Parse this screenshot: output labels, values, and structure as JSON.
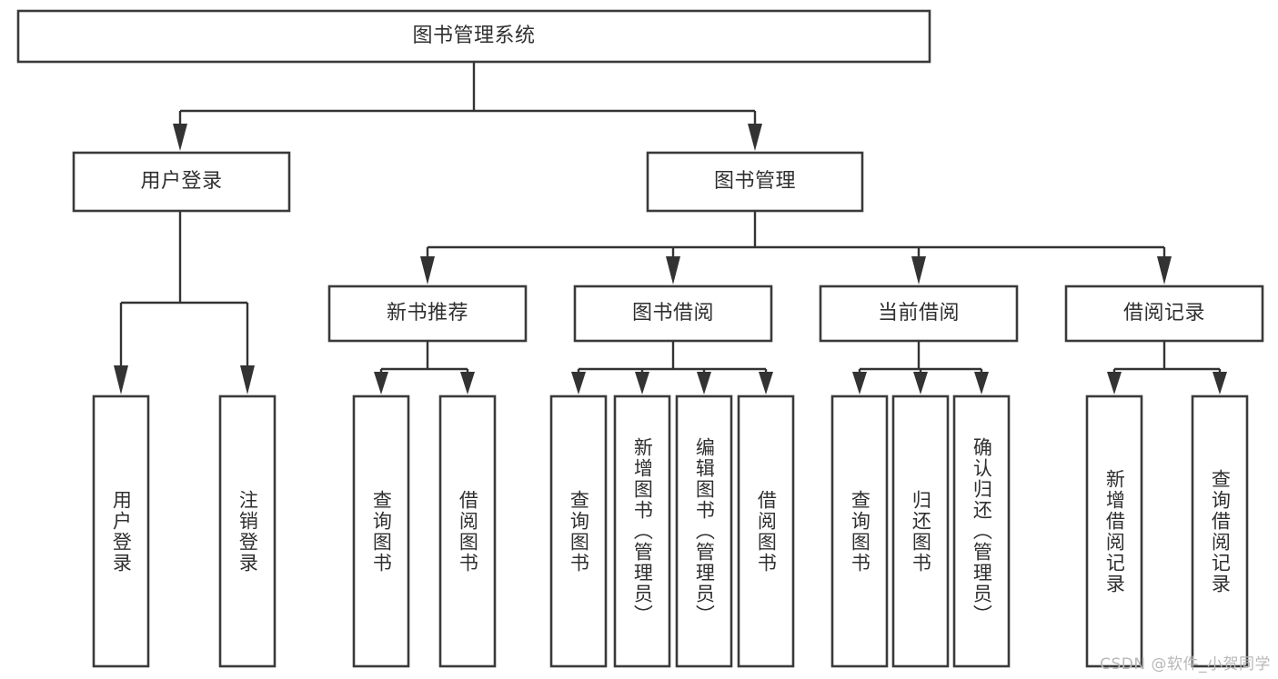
{
  "diagram": {
    "title": "图书管理系统",
    "type": "hierarchy-tree",
    "levels": 4,
    "root": {
      "id": "root",
      "label": "图书管理系统",
      "orientation": "horizontal"
    },
    "level2": [
      {
        "id": "user-login",
        "label": "用户登录",
        "orientation": "horizontal"
      },
      {
        "id": "book-management",
        "label": "图书管理",
        "orientation": "horizontal"
      }
    ],
    "level3": [
      {
        "id": "new-book-recommend",
        "label": "新书推荐",
        "parent": "book-management",
        "orientation": "horizontal"
      },
      {
        "id": "book-borrow",
        "label": "图书借阅",
        "parent": "book-management",
        "orientation": "horizontal"
      },
      {
        "id": "current-borrow",
        "label": "当前借阅",
        "parent": "book-management",
        "orientation": "horizontal"
      },
      {
        "id": "borrow-record",
        "label": "借阅记录",
        "parent": "book-management",
        "orientation": "horizontal"
      }
    ],
    "leaves": [
      {
        "id": "leaf-user-login",
        "label": "用户登录",
        "parent": "user-login",
        "orientation": "vertical"
      },
      {
        "id": "leaf-user-logout",
        "label": "注销登录",
        "parent": "user-login",
        "orientation": "vertical"
      },
      {
        "id": "leaf-query-book-1",
        "label": "查询图书",
        "parent": "new-book-recommend",
        "orientation": "vertical"
      },
      {
        "id": "leaf-borrow-book-1",
        "label": "借阅图书",
        "parent": "new-book-recommend",
        "orientation": "vertical"
      },
      {
        "id": "leaf-query-book-2",
        "label": "查询图书",
        "parent": "book-borrow",
        "orientation": "vertical"
      },
      {
        "id": "leaf-add-book",
        "label": "新增图书（管理员）",
        "parent": "book-borrow",
        "orientation": "vertical"
      },
      {
        "id": "leaf-edit-book",
        "label": "编辑图书（管理员）",
        "parent": "book-borrow",
        "orientation": "vertical"
      },
      {
        "id": "leaf-borrow-book-2",
        "label": "借阅图书",
        "parent": "book-borrow",
        "orientation": "vertical"
      },
      {
        "id": "leaf-query-book-3",
        "label": "查询图书",
        "parent": "current-borrow",
        "orientation": "vertical"
      },
      {
        "id": "leaf-return-book",
        "label": "归还图书",
        "parent": "current-borrow",
        "orientation": "vertical"
      },
      {
        "id": "leaf-confirm-return",
        "label": "确认归还（管理员）",
        "parent": "current-borrow",
        "orientation": "vertical"
      },
      {
        "id": "leaf-add-record",
        "label": "新增借阅记录",
        "parent": "borrow-record",
        "orientation": "vertical"
      },
      {
        "id": "leaf-query-record",
        "label": "查询借阅记录",
        "parent": "borrow-record",
        "orientation": "vertical"
      }
    ],
    "watermark": "CSDN @软件_小贺同学",
    "colors": {
      "box_stroke": "#3a3a3a",
      "edge_stroke": "#333333",
      "box_fill": "#ffffff",
      "text": "#2f2f2f",
      "watermark": "#b8b8b8",
      "background": "#ffffff"
    }
  }
}
